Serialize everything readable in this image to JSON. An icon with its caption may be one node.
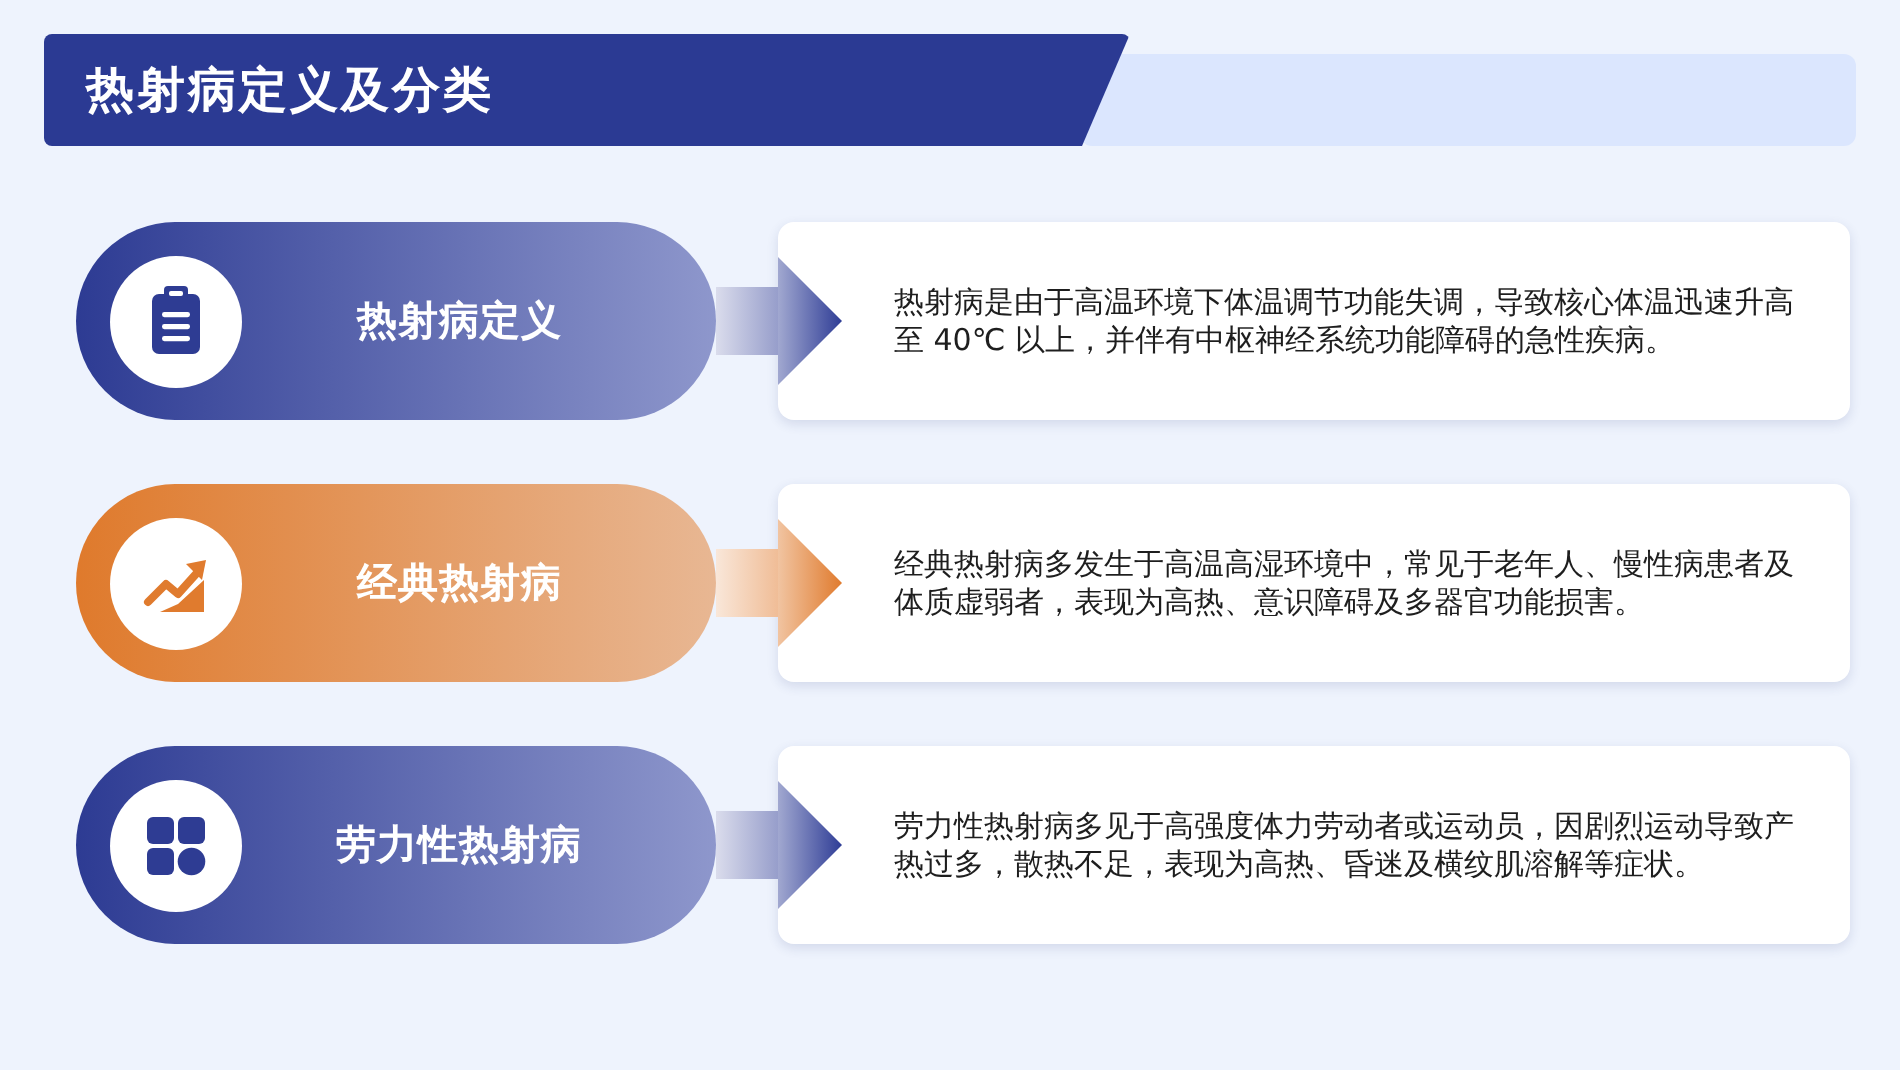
{
  "diagram": {
    "title": "热射病定义及分类",
    "nodes": [
      {
        "text": [
          "热射病定义"
        ]
      },
      {
        "text": [
          "热射病是由于高温环境下体温调节功能失调，导致核心体温迅速升高至 40℃ 以上，并伴有中枢神经系统功能障碍的急性疾病。"
        ]
      },
      {
        "text": [
          "经典热射病"
        ]
      },
      {
        "text": [
          "经典热射病多发生于高温高湿环境中，常见于老年人、慢性病患者及体质虚弱者，表现为高热、意识障碍及多器官功能损害。"
        ]
      },
      {
        "text": [
          "劳力性热射病"
        ]
      },
      {
        "text": [
          "劳力性热射病多见于高强度体力劳动者或运动员，因剧烈运动导致产热过多，散热不足，表现为高热、昏迷及横纹肌溶解等症状。"
        ]
      }
    ],
    "edges": [
      {
        "from": 0,
        "to": 1,
        "arrow": "to"
      },
      {
        "from": 2,
        "to": 3,
        "arrow": "to",
        "color": "#e07b2e"
      },
      {
        "from": 4,
        "to": 5,
        "arrow": "to"
      }
    ]
  }
}
